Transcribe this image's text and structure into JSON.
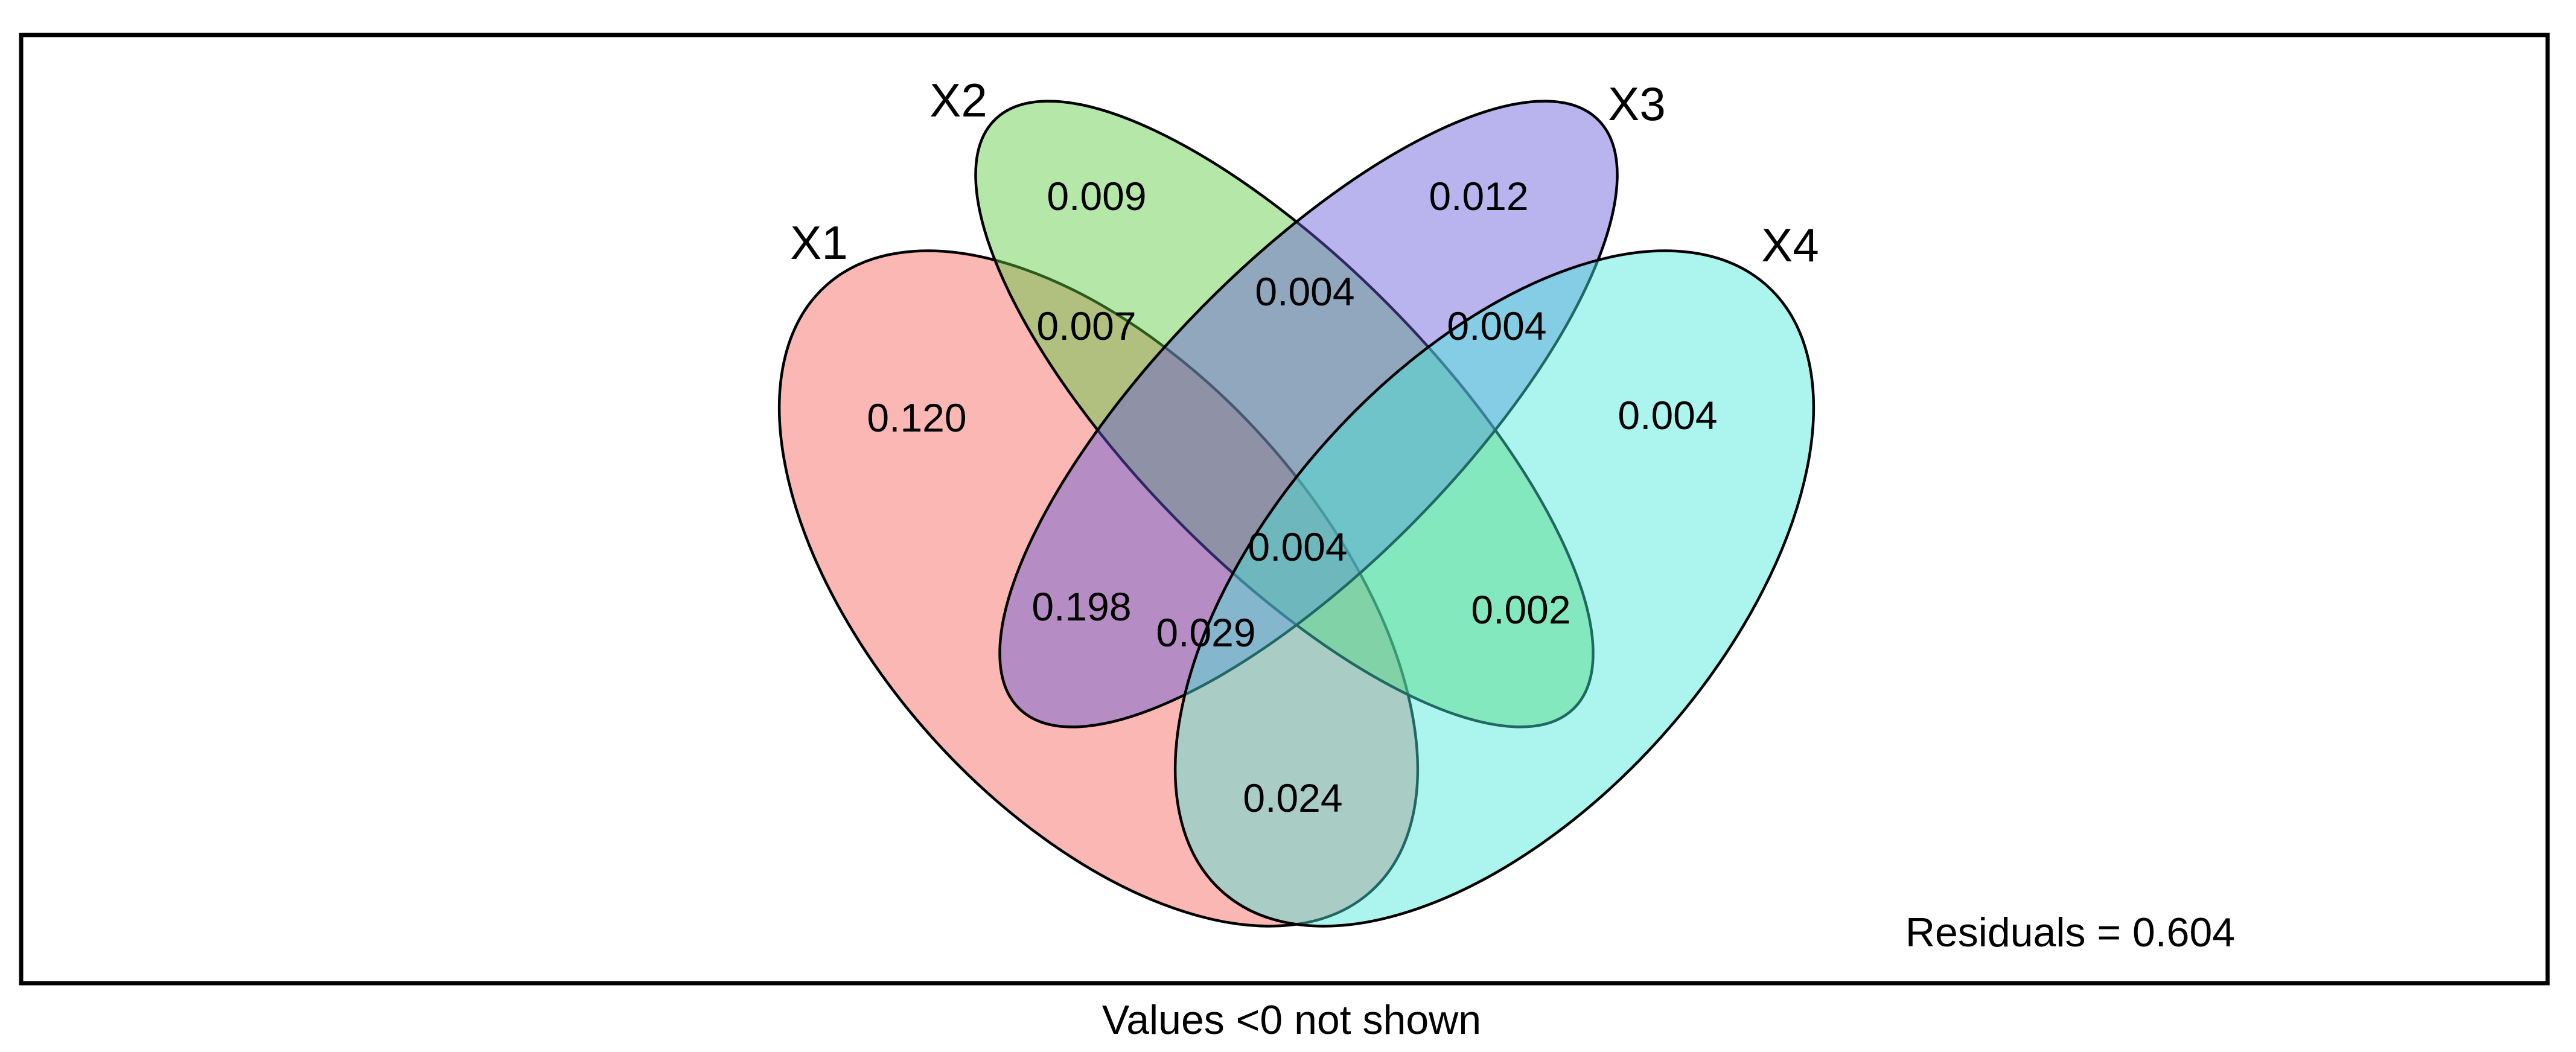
{
  "chart_data": {
    "type": "venn",
    "subtype": "variance-partitioning",
    "sets": [
      "X1",
      "X2",
      "X3",
      "X4"
    ],
    "set_colors": {
      "X1": "#F45F59",
      "X2": "#5BCC3E",
      "X3": "#6459DA",
      "X4": "#47E9DA"
    },
    "fill_opacity": 0.45,
    "outline_color": "#000000",
    "regions": [
      {
        "sets": [
          "X1"
        ],
        "value": 0.12,
        "label": "0.120"
      },
      {
        "sets": [
          "X2"
        ],
        "value": 0.009,
        "label": "0.009"
      },
      {
        "sets": [
          "X3"
        ],
        "value": 0.012,
        "label": "0.012"
      },
      {
        "sets": [
          "X4"
        ],
        "value": 0.004,
        "label": "0.004"
      },
      {
        "sets": [
          "X1",
          "X2"
        ],
        "value": 0.007,
        "label": "0.007"
      },
      {
        "sets": [
          "X2",
          "X3"
        ],
        "value": 0.004,
        "label": "0.004"
      },
      {
        "sets": [
          "X3",
          "X4"
        ],
        "value": 0.004,
        "label": "0.004"
      },
      {
        "sets": [
          "X1",
          "X3"
        ],
        "value": 0.198,
        "label": "0.198"
      },
      {
        "sets": [
          "X2",
          "X4"
        ],
        "value": 0.002,
        "label": "0.002"
      },
      {
        "sets": [
          "X1",
          "X4"
        ],
        "value": 0.024,
        "label": "0.024"
      },
      {
        "sets": [
          "X1",
          "X3",
          "X4"
        ],
        "value": 0.029,
        "label": "0.029"
      },
      {
        "sets": [
          "X1",
          "X2",
          "X3",
          "X4"
        ],
        "value": 0.004,
        "label": "0.004"
      }
    ],
    "residuals": 0.604,
    "annotations": {
      "residuals_text": "Residuals = 0.604",
      "note": "Values <0 not shown"
    },
    "legend_position": "none",
    "grid": false
  }
}
